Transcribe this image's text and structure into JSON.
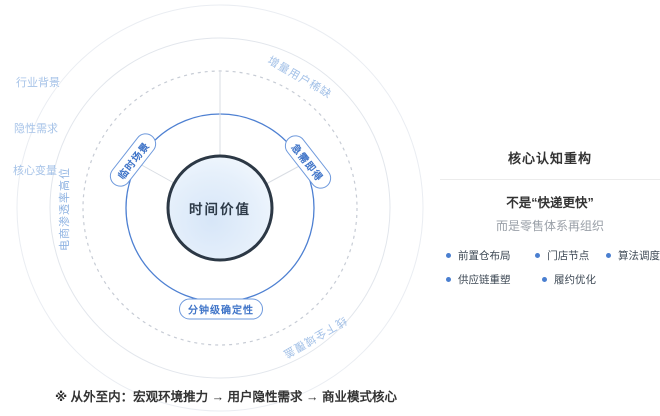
{
  "colors": {
    "accent_blue": "#4e80d2",
    "pill_blue": "#3f74c8",
    "light_blue_label": "#a6c3e8",
    "dark_text": "#333333",
    "muted_text": "#9aa0a8",
    "center_circle_stroke": "#2c3845",
    "center_circle_fill": "#e3eefb"
  },
  "diagram": {
    "center": {
      "label": "时间价值"
    },
    "axis_labels": [
      {
        "label": "行业背景"
      },
      {
        "label": "隐性需求"
      },
      {
        "label": "核心变量"
      }
    ],
    "outer_ring_labels": {
      "top_right": "增量用户稀缺",
      "left": "电商渗透率高位",
      "bottom_right": "线下全域覆盖"
    },
    "middle_ring_labels": {
      "top_left": "临时场景",
      "top_right": "急需即得",
      "bottom": "分钟级确定性"
    },
    "footnote": "※ 从外至内：宏观环境推力 → 用户隐性需求 → 商业模式核心"
  },
  "panel": {
    "title": "核心认知重构",
    "statement_primary": "不是“快递更快”",
    "statement_secondary": "而是零售体系再组织",
    "bullets": [
      "前置仓布局",
      "门店节点",
      "算法调度",
      "供应链重塑",
      "履约优化"
    ]
  }
}
